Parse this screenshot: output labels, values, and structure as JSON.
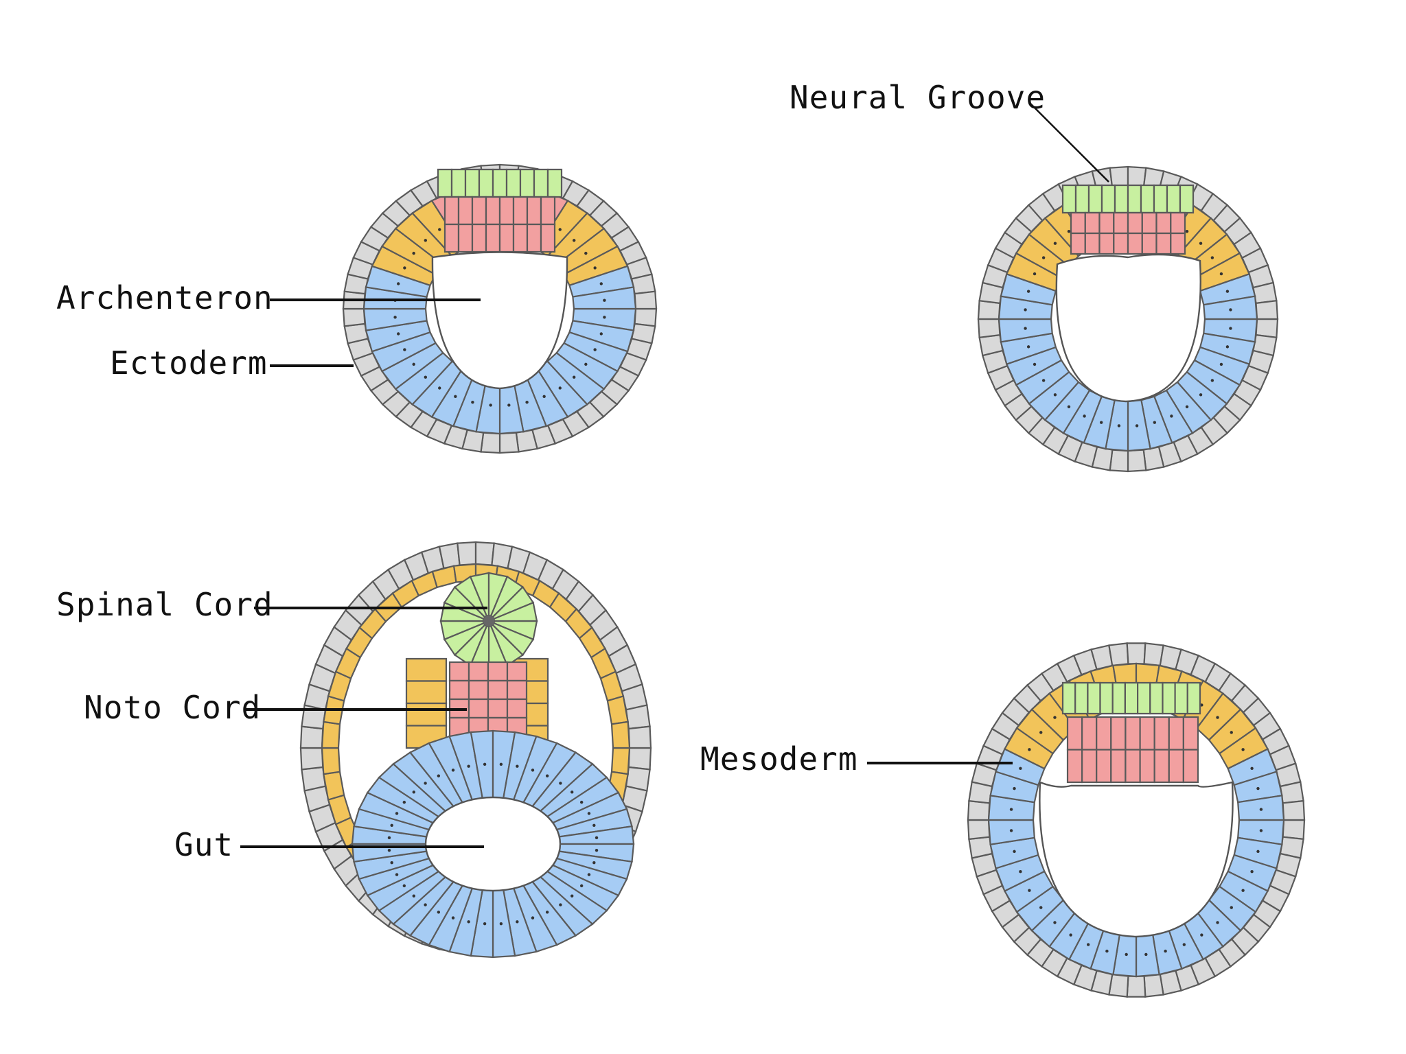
{
  "labels": {
    "archenteron": "Archenteron",
    "ectoderm": "Ectoderm",
    "neural_groove": "Neural Groove",
    "spinal_cord": "Spinal Cord",
    "noto_cord": "Noto Cord",
    "gut": "Gut",
    "mesoderm": "Mesoderm"
  },
  "colors": {
    "ectoderm": "#d9d9d9",
    "neural": "#c8f0a0",
    "notochord": "#f2a0a0",
    "mesoderm": "#f2c45a",
    "endoderm": "#a6ccf4"
  }
}
